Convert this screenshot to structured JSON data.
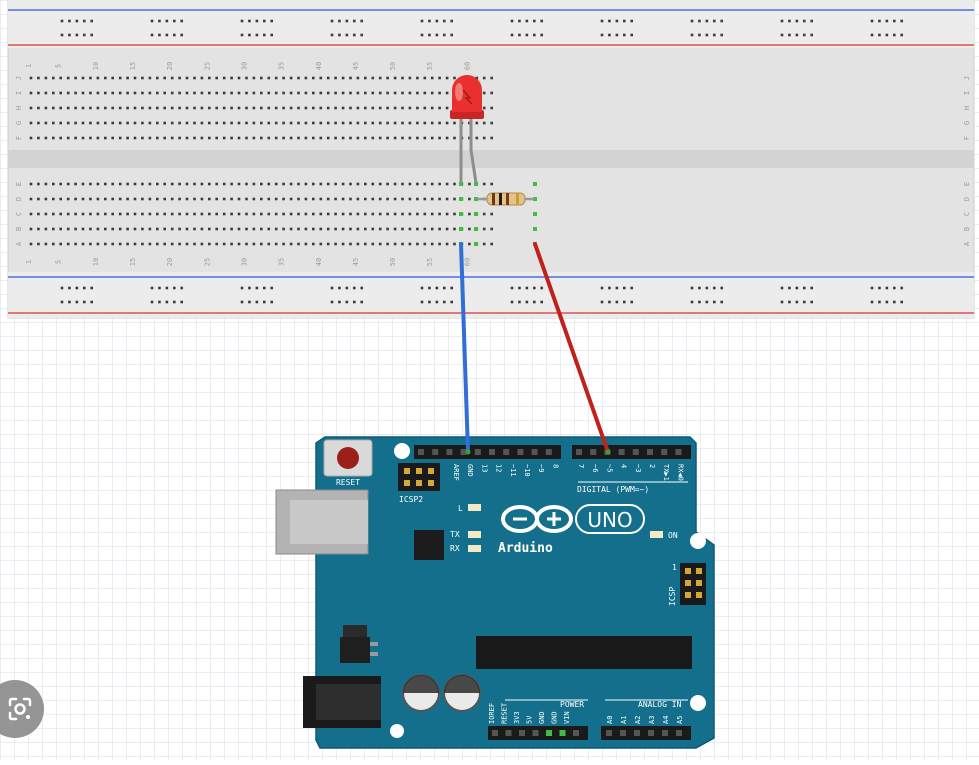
{
  "breadboard": {
    "column_numbers": [
      "1",
      "5",
      "10",
      "15",
      "20",
      "25",
      "30",
      "35",
      "40",
      "45",
      "50",
      "55",
      "60"
    ],
    "row_letters_top": [
      "J",
      "I",
      "H",
      "G",
      "F"
    ],
    "row_letters_bottom": [
      "E",
      "D",
      "C",
      "B",
      "A"
    ]
  },
  "arduino": {
    "reset_label": "RESET",
    "icsp2_label": "ICSP2",
    "icsp_label": "ICSP",
    "digital_label": "DIGITAL (PWM=~)",
    "power_label": "POWER",
    "analog_label": "ANALOG IN",
    "logo_text": "Arduino",
    "uno_text": "UNO",
    "on_label": "ON",
    "l_label": "L",
    "tx_label": "TX",
    "rx_label": "RX",
    "top_pins_left": [
      "AREF",
      "GND",
      "13",
      "12",
      "~11",
      "~10",
      "~9",
      "8"
    ],
    "top_pins_right": [
      "7",
      "~6",
      "~5",
      "4",
      "~3",
      "2",
      "TX▶1",
      "RX◀0"
    ],
    "power_pins": [
      "IOREF",
      "RESET",
      "3V3",
      "5V",
      "GND",
      "GND",
      "VIN"
    ],
    "analog_pins": [
      "A0",
      "A1",
      "A2",
      "A3",
      "A4",
      "A5"
    ],
    "icsp_pin_number": "1"
  },
  "wires": {
    "gnd_wire_color": "#2f6fd6",
    "signal_wire_color": "#c0211c"
  },
  "led": {
    "color": "#e8312e"
  },
  "colors": {
    "board_blue": "#136f8c",
    "breadboard": "#e6e6e6",
    "rail_red": "#d9534f",
    "rail_blue": "#4a6fd9"
  },
  "icons": {
    "lens": "google-lens-icon"
  }
}
